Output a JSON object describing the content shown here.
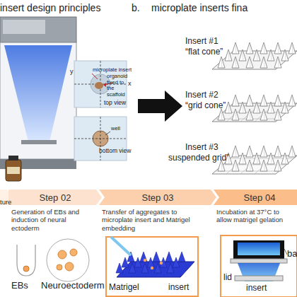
{
  "diagram": {
    "nodes": [
      {
        "text": [
          "Step 02",
          "Generation of EBs and induction of neural ectoderm"
        ]
      },
      {
        "text": [
          "Step 03",
          "Transfer of aggregates to microplate insert and Matrigel embedding"
        ]
      },
      {
        "text": [
          "Step 04",
          "Incubation at 37°C to allow matrigel gelation"
        ]
      }
    ],
    "labels": [
      "insert design principles",
      "b.",
      "microplate inserts fina",
      "y",
      "x",
      "microplate insert",
      "organoid fixed to the scaffold",
      "top view",
      "well",
      "bottom view",
      "Insert #1",
      "“flat cone”",
      "Insert #2",
      "“grid cone”",
      "Insert #3",
      "suspended grid”",
      "ture",
      "EBs",
      "Neuroectoderm",
      "Matrigel",
      "insert",
      "lid",
      "insert",
      "ba"
    ]
  }
}
